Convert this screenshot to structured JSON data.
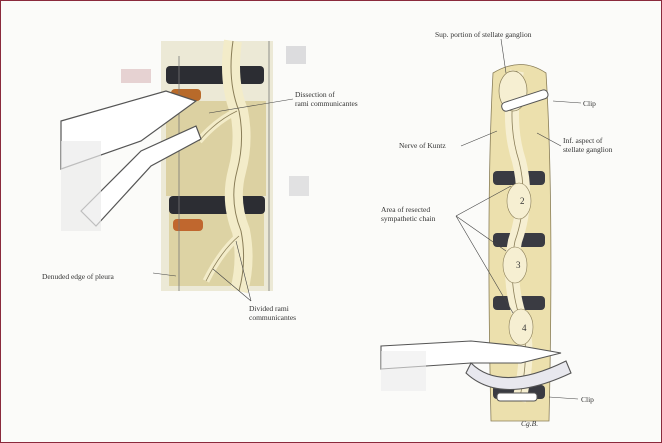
{
  "labels": {
    "division_of_rami": [
      "Dissection of",
      "rami communicantes"
    ],
    "denuded_edge": "Denuded edge of pleura",
    "divided_rami": [
      "Divided rami",
      "communicantes"
    ],
    "sup_portion": "Sup. portion of stellate ganglion",
    "clip_top": "Clip",
    "nerve_of_kuntz": "Nerve of Kuntz",
    "inf_aspect": [
      "Inf. aspect of",
      "stellate ganglion"
    ],
    "area_resected": [
      "Area of resected",
      "sympathetic chain"
    ],
    "clip_bottom": "Clip",
    "signature": "Cg.B."
  },
  "vertebra_numbers": [
    "2",
    "3",
    "4"
  ]
}
